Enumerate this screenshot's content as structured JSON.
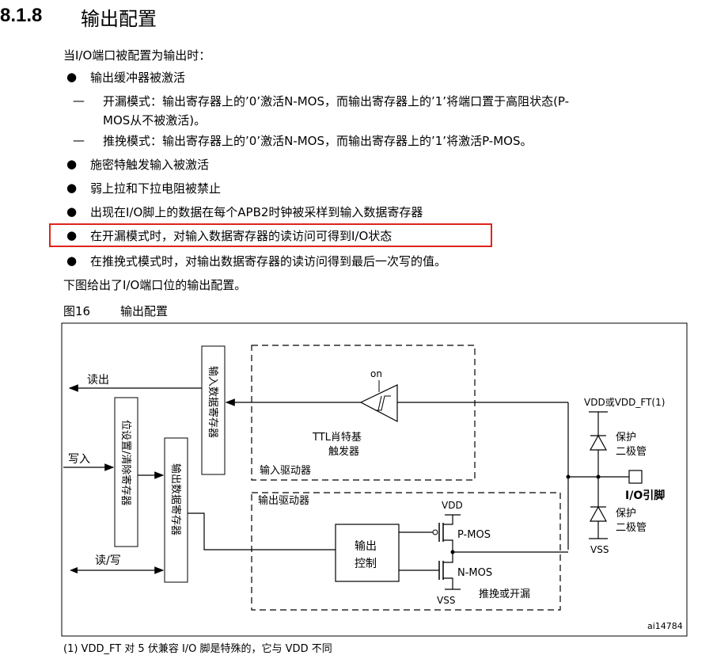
{
  "heading": {
    "number": "8.1.8",
    "title": "输出配置"
  },
  "intro": "当I/O端口被配置为输出时：",
  "bullets": [
    "输出缓冲器被激活",
    "施密特触发输入被激活",
    "弱上拉和下拉电阻被禁止",
    "出现在I/O脚上的数据在每个APB2时钟被采样到输入数据寄存器",
    "在开漏模式时，对输入数据寄存器的读访问可得到I/O状态",
    "在推挽式模式时，对输出数据寄存器的读访问得到最后一次写的值。"
  ],
  "sub_items": [
    {
      "line1": "开漏模式：输出寄存器上的’0’激活N-MOS，而输出寄存器上的’1’将端口置于高阻状态(P-",
      "line2": "MOS从不被激活)。"
    },
    {
      "line1": "推挽模式：输出寄存器上的’0’激活N-MOS，而输出寄存器上的’1’将激活P-MOS。"
    }
  ],
  "outro": "下图给出了I/O端口位的输出配置。",
  "figure": {
    "label": "图16",
    "title": "输出配置",
    "labels": {
      "read": "读出",
      "write": "写入",
      "read_write": "读/写",
      "input_data_reg": "输入数据寄存器",
      "bitset_reg": "位设置/清除寄存器",
      "output_data_reg": "输出数据寄存器",
      "on": "on",
      "ttl_schmitt_1": "TTL肖特基",
      "ttl_schmitt_2": "触发器",
      "input_driver": "输入驱动器",
      "output_driver": "输出驱动器",
      "output_control_1": "输出",
      "output_control_2": "控制",
      "vdd": "VDD",
      "vss": "VSS",
      "pmos": "P-MOS",
      "nmos": "N-MOS",
      "push_pull_od": "推挽或开漏",
      "vdd_or_vddft": "VDD或VDD_FT(1)",
      "protect": "保护",
      "diode": "二极管",
      "io_pin": "I/O引脚",
      "figure_id": "ai14784"
    }
  },
  "footnote": "(1) VDD_FT 对 5 伏兼容 I/O 脚是特殊的，它与 VDD 不同"
}
